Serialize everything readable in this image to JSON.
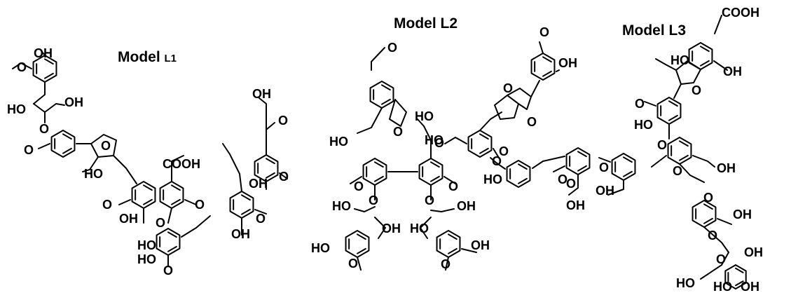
{
  "models": [
    {
      "title_main": "Model ",
      "title_sub": "L1"
    },
    {
      "title_main": "Model L2",
      "title_sub": ""
    },
    {
      "title_main": "Model L3",
      "title_sub": ""
    }
  ],
  "atoms": {
    "OH": "OH",
    "HO": "HO",
    "O": "O",
    "COOH": "COOH"
  }
}
